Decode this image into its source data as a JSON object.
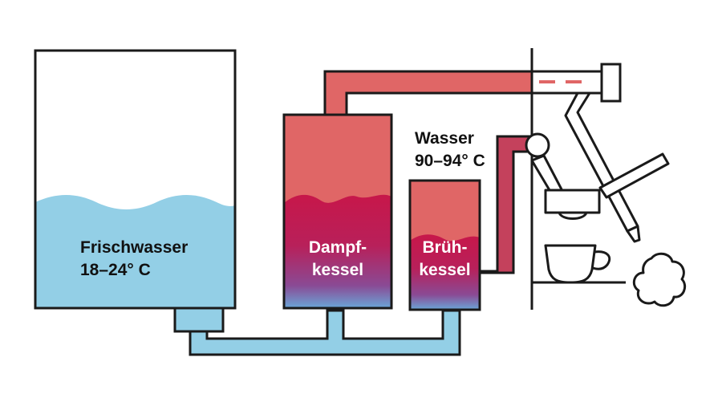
{
  "labels": {
    "fresh_tank_line1": "Frischwasser",
    "fresh_tank_line2": "18–24° C",
    "steam_boiler_line1": "Dampf-",
    "steam_boiler_line2": "kessel",
    "brew_boiler_line1": "Brüh-",
    "brew_boiler_line2": "kessel",
    "brew_temp_line1": "Wasser",
    "brew_temp_line2": "90–94° C"
  },
  "colors": {
    "cold_water": "#93cfe6",
    "hot_water": "#e06666",
    "heated_water": "#c7174a",
    "outline": "#1a1a1a",
    "background": "#ffffff"
  }
}
